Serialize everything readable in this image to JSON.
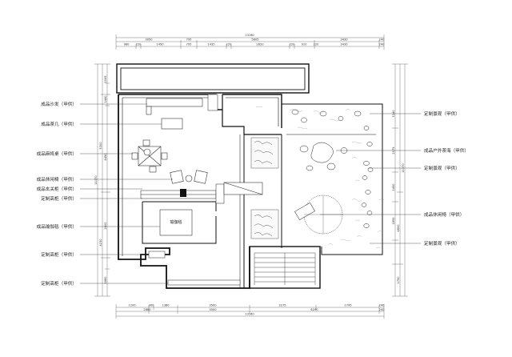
{
  "labels_left": [
    "成品沙发（甲供）",
    "成品茶几（甲供）",
    "成品麻将桌（甲供）",
    "成品休闲椅（甲供）",
    "成品玄关柜（甲供）",
    "定制高柜（甲供）",
    "成品瑜伽毯（甲供）",
    "定制高柜（甲供）",
    "定制高柜（甲供）"
  ],
  "labels_right": [
    "定制景观（甲供）",
    "成品户外茶海（甲供）",
    "定制景观（甲供）",
    "成品休闲椅（甲供）",
    "定制景观（甲供）"
  ],
  "room_labels": {
    "yoga_mat": "瑜伽毯"
  },
  "dims_top": {
    "total": "13160",
    "row1": [
      "3050",
      "795",
      "5605",
      "3430",
      "240"
    ],
    "row2": [
      "980",
      "220",
      "1450",
      "795",
      "1435",
      "220",
      "2820",
      "220",
      "910",
      "220",
      "3430",
      "240"
    ]
  },
  "dims_bottom": {
    "row1": [
      "1200",
      "300",
      "1380",
      "3500",
      "3275",
      "2795",
      "240"
    ],
    "row2": [
      "2880",
      "3500",
      "6290",
      "240"
    ],
    "total": "13160"
  },
  "dims_left": [
    "1095",
    "1440",
    "5300",
    "11370",
    "4450",
    "2600",
    "4230",
    "1860"
  ],
  "dims_right": [
    "1140",
    "2175",
    "1450",
    "1855",
    "11370",
    "4800",
    "1790"
  ]
}
